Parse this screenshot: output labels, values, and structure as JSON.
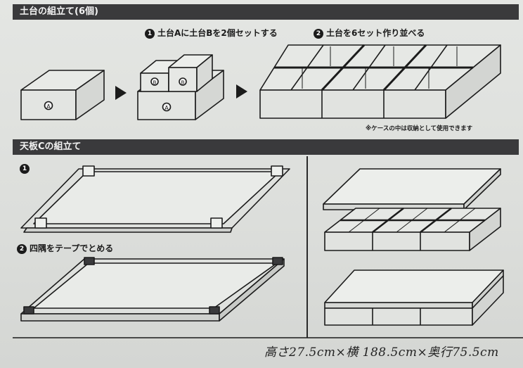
{
  "section1": {
    "title": "土台の組立て(6個)",
    "step1_num": "1",
    "step1_text": "土台Aに土台Bを2個セットする",
    "step2_num": "2",
    "step2_text": "土台を6セット作り並べる",
    "label_a": "A",
    "label_b": "B",
    "note": "※ケースの中は収納として使用できます"
  },
  "section2": {
    "title": "天板Cの組立て",
    "step1_num": "1",
    "step2_num": "2",
    "step2_text": "四隅をテープでとめる"
  },
  "handwritten_note": "高さ27.5cm×横 188.5cm×奥行75.5cm"
}
